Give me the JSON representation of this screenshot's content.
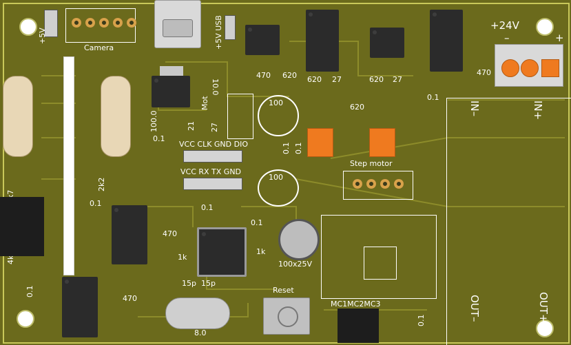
{
  "board": {
    "labels": {
      "plus24v": "+24V",
      "minus": "–",
      "plus": "+",
      "camera": "Camera",
      "plus5v_left": "+5V",
      "plus5v_usb": "+5V USB",
      "r470_top": "470",
      "r620_top": "620",
      "r620_b": "620",
      "r27_a": "27",
      "r620_c": "620",
      "r27_b": "27",
      "r470_right": "470",
      "c01_right": "0.1",
      "r620_mid": "620",
      "in_minus": "IN–",
      "in_plus": "IN+",
      "out_minus": "OUT–",
      "out_plus": "OUT+",
      "r100_a": "100",
      "r100_b": "100",
      "r01_a": "0.1",
      "r01_b": "0.1",
      "mot": "Mot",
      "r10": "10.0",
      "r100_v": "100.0",
      "r01_c": "0.1",
      "r27_c": "27",
      "r21": "21",
      "vcc_clk": "VCC CLK GND DIO",
      "vcc_rx": "VCC RX TX GND",
      "step_motor": "Step motor",
      "r4k7": "4k7",
      "r4k": "4k",
      "r2k2": "2k2",
      "c01_d": "0.1",
      "c01_e": "0.1",
      "r470_mid": "470",
      "r1k_a": "1k",
      "r1k_b": "1k",
      "c01_f": "0.1",
      "cap_100x25": "100x25V",
      "c15p_a": "15p",
      "c15p_b": "15p",
      "crystal": "8.0",
      "reset": "Reset",
      "mc": "MC1MC2MC3",
      "c01_g": "0.1",
      "r470_low": "470",
      "c01_h": "0.1"
    }
  }
}
